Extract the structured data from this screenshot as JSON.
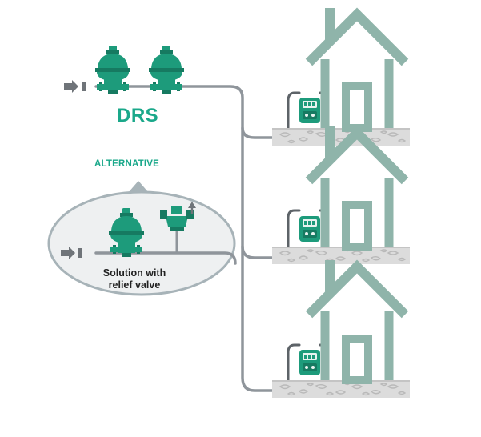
{
  "drs_label": "DRS",
  "alternative_label": "ALTERNATIVE",
  "relief_label_line1": "Solution with",
  "relief_label_line2": "relief valve",
  "colors": {
    "regulator_green": "#1d9b7b",
    "regulator_dark": "#167a61",
    "accent_green": "#1aa88a",
    "pipe_gray": "#8f959b",
    "house_outline": "#8fb4aa",
    "ground_gray": "#d7d7d7",
    "ellipse_fill": "#eef0f1",
    "ellipse_stroke": "#a7b3b8",
    "arrow_gray": "#6f7479"
  },
  "icons": [
    "inlet-arrow-icon",
    "pressure-regulator-icon",
    "relief-valve-icon",
    "gas-meter-icon",
    "house-icon"
  ]
}
